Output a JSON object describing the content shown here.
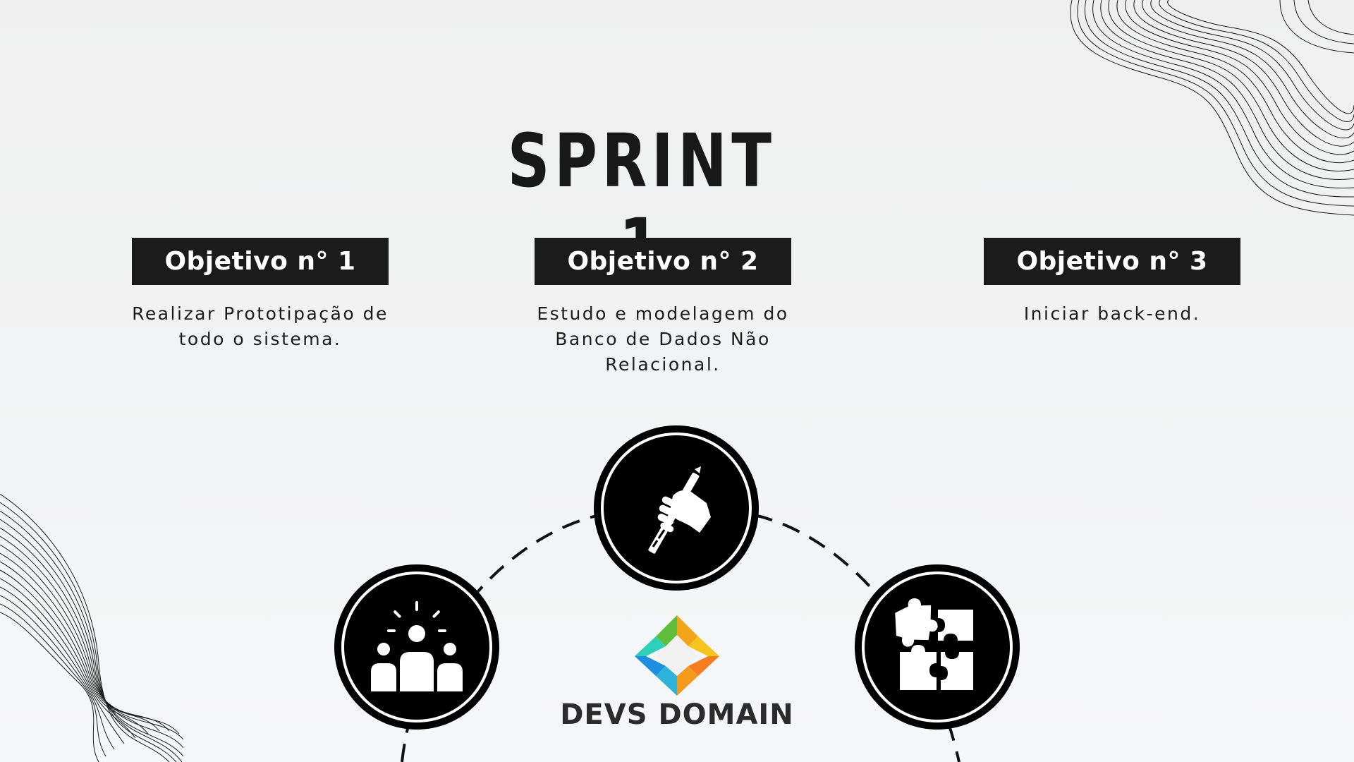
{
  "title": "SPRINT 1",
  "objectives": [
    {
      "label": "Objetivo n° 1",
      "description": "Realizar Prototipação de todo o sistema."
    },
    {
      "label": "Objetivo n° 2",
      "description": "Estudo e modelagem do Banco de Dados Não Relacional."
    },
    {
      "label": "Objetivo n° 3",
      "description": "Iniciar back-end."
    }
  ],
  "icons": {
    "team": "team-idea-icon",
    "design": "hand-pencil-icon",
    "puzzle": "puzzle-icon"
  },
  "logo": {
    "text": "DEVS DOMAIN",
    "colors": [
      "#1e8fe0",
      "#2bc0c8",
      "#f2c316",
      "#f57c1f",
      "#5fbf3a"
    ]
  },
  "colors": {
    "background": "#f1f2f3",
    "banner": "#1b1b1b",
    "text": "#161616"
  }
}
